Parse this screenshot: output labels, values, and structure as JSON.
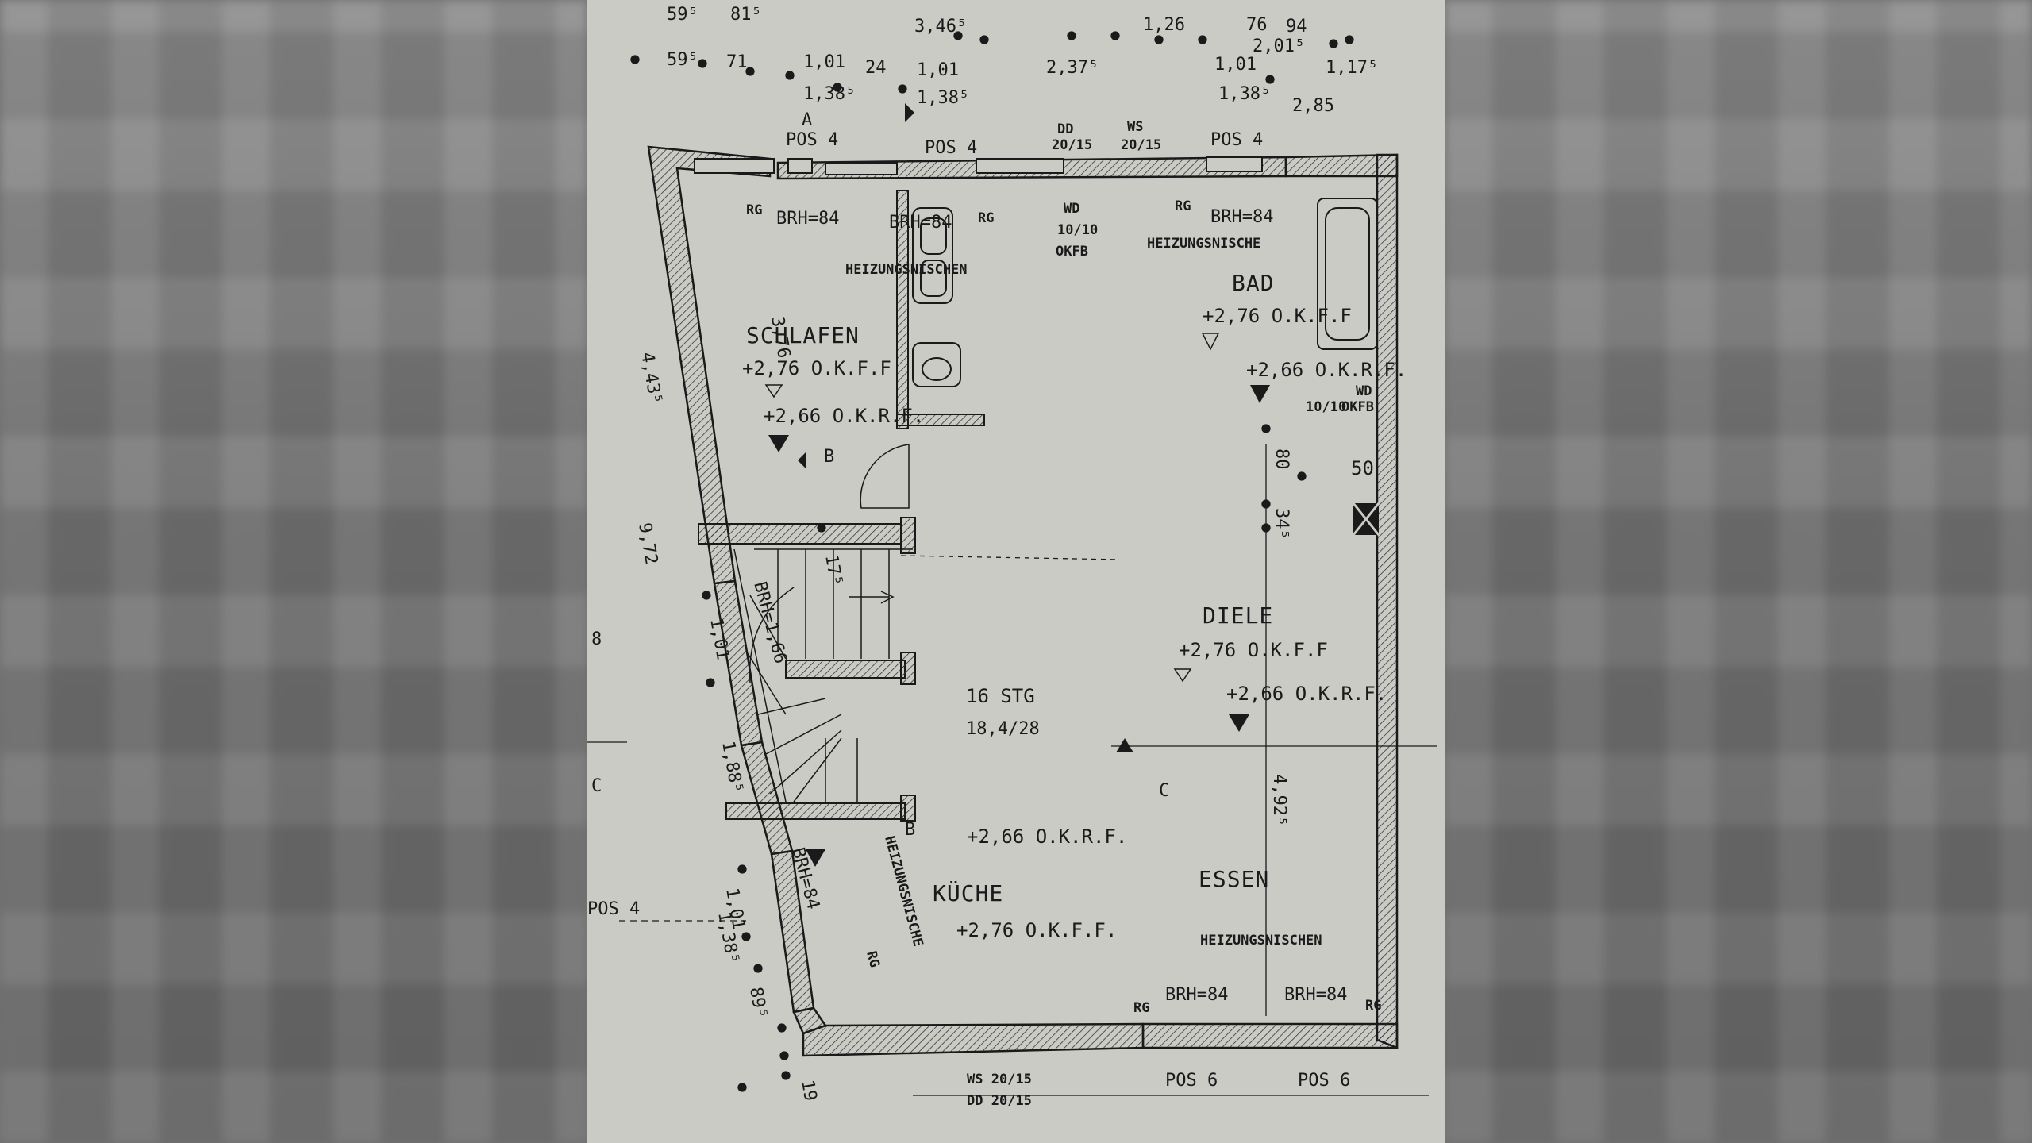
{
  "rooms": {
    "schlafen": {
      "name": "SCHLAFEN",
      "okff": "+2,76 O.K.F.F",
      "okrf": "+2,66 O.K.R.F."
    },
    "bad": {
      "name": "BAD",
      "okff": "+2,76 O.K.F.F",
      "okrf": "+2,66 O.K.R.F."
    },
    "diele": {
      "name": "DIELE",
      "okff": "+2,76 O.K.F.F",
      "okrf": "+2,66 O.K.R.F."
    },
    "essen": {
      "name": "ESSEN"
    },
    "kueche": {
      "name": "KÜCHE",
      "okff": "+2,76 O.K.F.F.",
      "okrf": "+2,66 O.K.R.F."
    }
  },
  "notes": {
    "heizung_schlafen": "HEIZUNGSNISCHEN",
    "heizung_bad": "HEIZUNGSNISCHE",
    "heizung_essen": "HEIZUNGSNISCHEN",
    "heizung_kueche": "HEIZUNGSNISCHE",
    "brh_84": "BRH=84",
    "brh_166": "BRH=1,66",
    "rg": "RG",
    "wd": "WD",
    "wd_size": "10/10",
    "okfb": "OKFB",
    "dd": "DD",
    "ws": "WS",
    "size_20_15": "20/15",
    "ws_bottom": "WS 20/15",
    "dd_bottom": "DD 20/15",
    "stair_steps": "16 STG",
    "stair_size": "18,4/28",
    "section_a": "A",
    "section_b": "B",
    "section_c": "C",
    "pos4": "POS 4",
    "pos6": "POS 6",
    "shaft": "50"
  },
  "dimensions": {
    "d595": "59⁵",
    "d815": "81⁵",
    "d3465": "3,46⁵",
    "d126": "1,26",
    "d76": "76",
    "d94": "94",
    "d71": "71",
    "d101": "1,01",
    "d24": "24",
    "d2375": "2,37⁵",
    "d2015": "2,01⁵",
    "d1175": "1,17⁵",
    "d1385": "1,38⁵",
    "d285": "2,85",
    "d376": "3,76",
    "d4435": "4,43⁵",
    "d972": "9,72",
    "d175": "17⁵",
    "d1885": "1,88⁵",
    "d80": "80",
    "d345": "34⁵",
    "d4925": "4,92⁵",
    "d895": "89⁵",
    "d19": "19",
    "d8": "8"
  }
}
